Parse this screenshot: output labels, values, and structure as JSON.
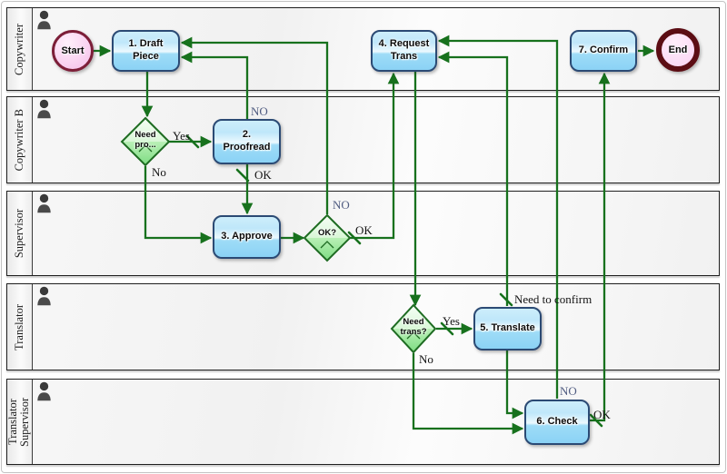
{
  "lanes": [
    {
      "label": "Copywriter"
    },
    {
      "label": "Copywriter B"
    },
    {
      "label": "Supervisor"
    },
    {
      "label": "Translator"
    },
    {
      "label": "Translator Supervisor"
    }
  ],
  "nodes": {
    "start": "Start",
    "draft": "1. Draft Piece",
    "need_proof": "Need pro...",
    "proofread": "2. Proofread",
    "approve": "3. Approve",
    "ok_gateway": "OK?",
    "request_trans": "4. Request Trans",
    "need_trans": "Need trans?",
    "translate": "5. Translate",
    "check": "6. Check",
    "confirm": "7. Confirm",
    "end": "End"
  },
  "edge_labels": {
    "need_proof_yes": "Yes",
    "need_proof_no": "No",
    "proofread_ok": "OK",
    "proofread_no": "NO",
    "ok_gateway_no": "NO",
    "ok_gateway_ok": "OK",
    "need_trans_yes": "Yes",
    "need_trans_no": "No",
    "translate_need_confirm": "Need to confirm",
    "check_no": "NO",
    "check_ok": "OK"
  },
  "colors": {
    "flow_line": "#17711d",
    "task_fill_top": "#cdeefb",
    "task_fill_bottom": "#8bd2f5",
    "task_border": "#2b4a74",
    "gateway_fill_top": "#f0fdf0",
    "gateway_fill_bottom": "#7ddc82",
    "gateway_border": "#1e6b22",
    "start_border": "#7c1e38",
    "end_border": "#5c0d14",
    "event_fill": "#f8cdef",
    "muted_label": "#4f5b80"
  }
}
